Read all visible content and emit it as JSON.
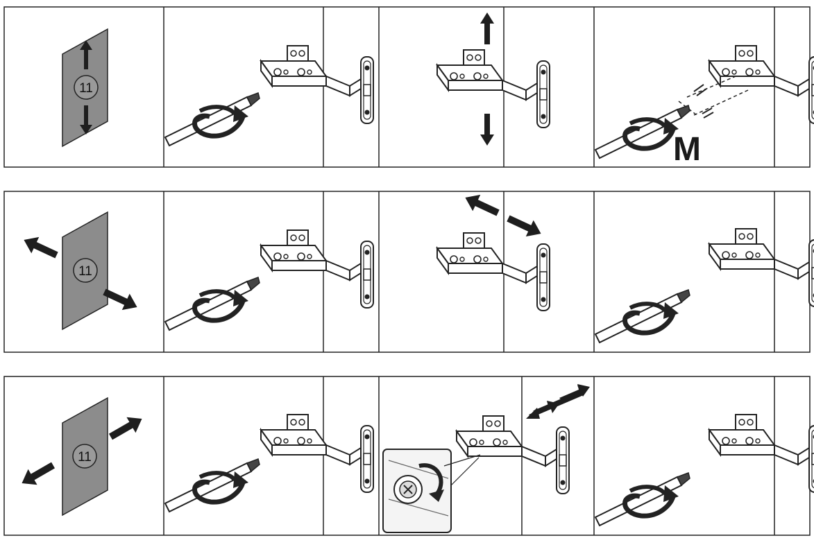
{
  "rows": [
    {
      "door_number": "11",
      "door_arrows": "vertical",
      "panels": [
        {
          "step": "screwdriver-turn"
        },
        {
          "step": "hinge-move-vertical"
        },
        {
          "step": "screwdriver-fix",
          "label": "M"
        }
      ]
    },
    {
      "door_number": "11",
      "door_arrows": "diagonal-in-out",
      "panels": [
        {
          "step": "screwdriver-turn"
        },
        {
          "step": "hinge-move-depth"
        },
        {
          "step": "screwdriver-turn"
        }
      ]
    },
    {
      "door_number": "11",
      "door_arrows": "diagonal-side",
      "panels": [
        {
          "step": "screwdriver-turn"
        },
        {
          "step": "hinge-move-side",
          "inset": "cam-adjust-detail"
        },
        {
          "step": "screwdriver-turn"
        }
      ]
    }
  ],
  "icons": {
    "door": "door-panel-icon",
    "hinge": "cabinet-hinge-icon",
    "screwdriver": "screwdriver-icon",
    "rotation": "rotation-arrow-icon",
    "direction": "direction-arrow-icon",
    "screws": "screw-icon"
  },
  "colors": {
    "line": "#222222",
    "door_fill": "#8c8c8c",
    "arrow_fill": "#1e1e1e",
    "background": "#ffffff"
  }
}
